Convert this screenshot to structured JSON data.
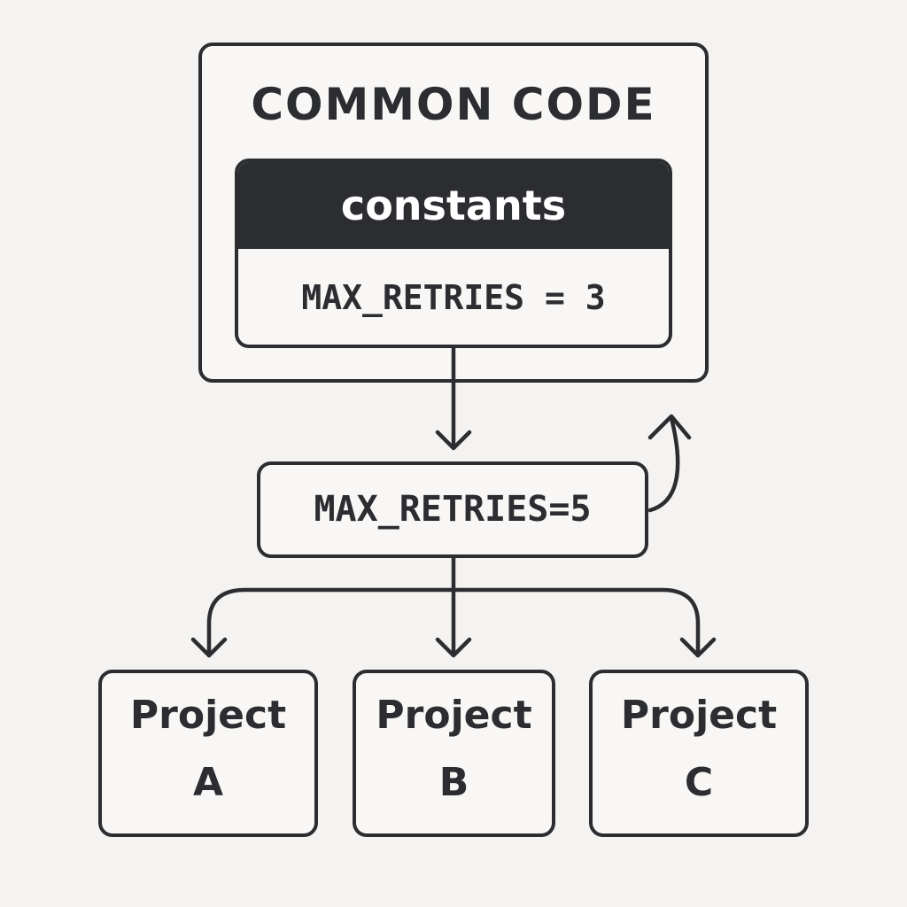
{
  "common": {
    "title": "COMMON CODE",
    "module_name": "constants",
    "value": "MAX_RETRIES = 3"
  },
  "override": {
    "value": "MAX_RETRIES=5"
  },
  "projects": [
    {
      "line1": "Project",
      "line2": "A"
    },
    {
      "line1": "Project",
      "line2": "B"
    },
    {
      "line1": "Project",
      "line2": "C"
    }
  ],
  "colors": {
    "stroke": "#2b2d31",
    "background": "#f4f3f1",
    "header_fill": "#2b2d31",
    "header_text": "#ffffff"
  }
}
